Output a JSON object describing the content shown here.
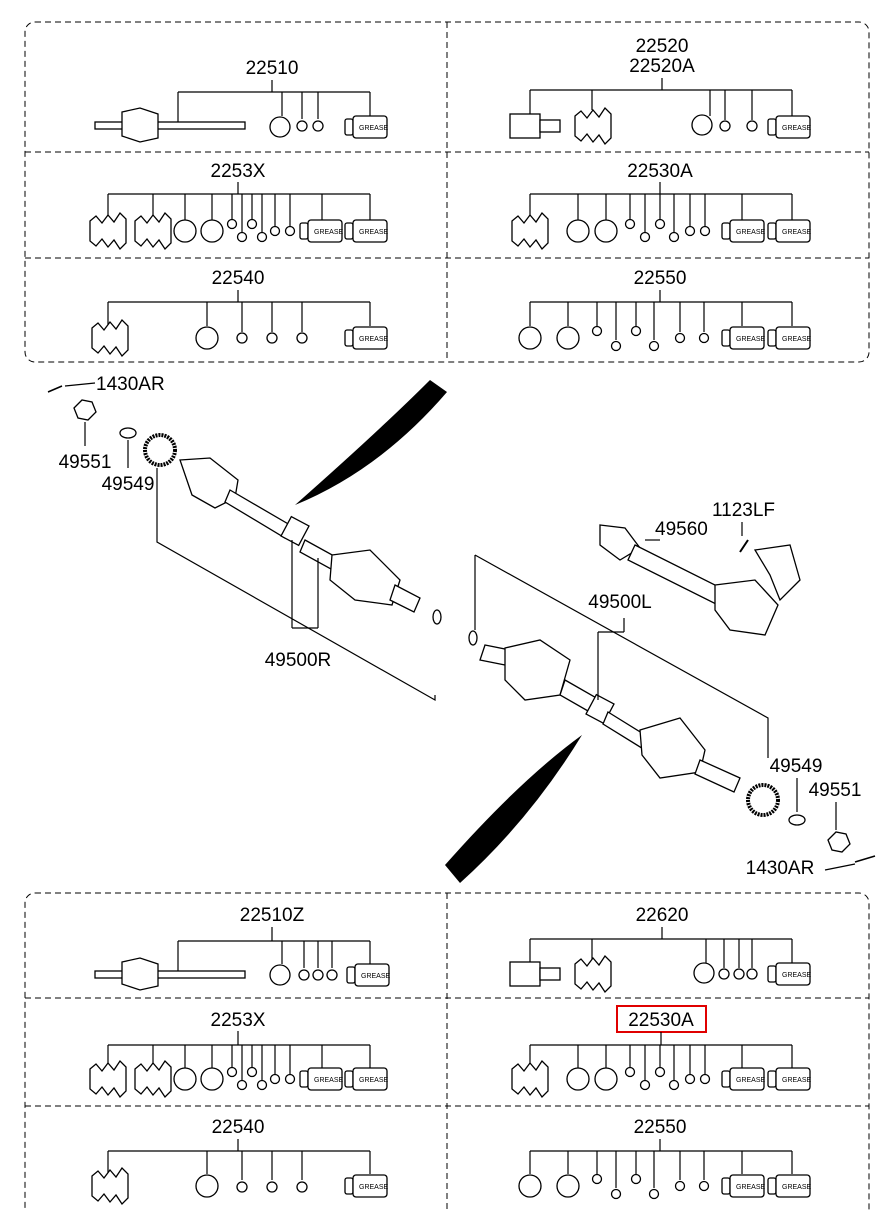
{
  "kits": {
    "top": {
      "k22510": "22510",
      "k22520": "22520",
      "k22520a": "22520A",
      "k2253x": "2253X",
      "k22530a": "22530A",
      "k22540": "22540",
      "k22550": "22550"
    },
    "bottom": {
      "k22510z": "22510Z",
      "k22620": "22620",
      "k2253x": "2253X",
      "k22530a": "22530A",
      "k22540": "22540",
      "k22550": "22550"
    },
    "grease_label": "GREASE"
  },
  "shafts": {
    "right": {
      "pin": "1430AR",
      "nut": "49551",
      "washer": "49549",
      "assembly": "49500R"
    },
    "left": {
      "assembly": "49500L",
      "washer": "49549",
      "nut": "49551",
      "pin": "1430AR"
    },
    "intermediate": {
      "shaft": "49560",
      "bolt": "1123LF"
    }
  },
  "highlight": {
    "part": "22530A",
    "color": "#e00000"
  }
}
